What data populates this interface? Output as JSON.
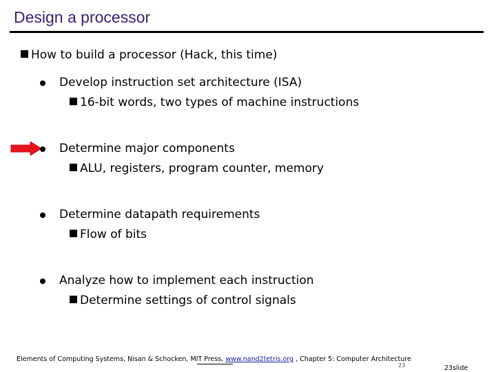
{
  "title": "Design a processor",
  "main_bullet": "How to build a processor (Hack, this time)",
  "items": [
    {
      "text": "Develop instruction set architecture (ISA)",
      "sub": "16-bit words, two types of machine instructions"
    },
    {
      "text": "Determine major components",
      "sub": "ALU, registers, program counter, memory"
    },
    {
      "text": "Determine datapath requirements",
      "sub": "Flow of bits"
    },
    {
      "text": "Analyze how to implement each instruction",
      "sub": "Determine settings of control signals"
    }
  ],
  "footer": {
    "pre": "Elements of Computing Systems, Nisan & Schocken, MIT Press, ",
    "link": "www.nand2tetris.org",
    "post": " , Chapter 5: Computer Architecture",
    "page_small": "23",
    "slide_label": "23slide"
  },
  "colors": {
    "title": "#3d1f6e",
    "arrow": "#e8141e"
  },
  "icons": {
    "arrow": "red-right-arrow-icon",
    "bullet": "square-bullet-icon"
  }
}
